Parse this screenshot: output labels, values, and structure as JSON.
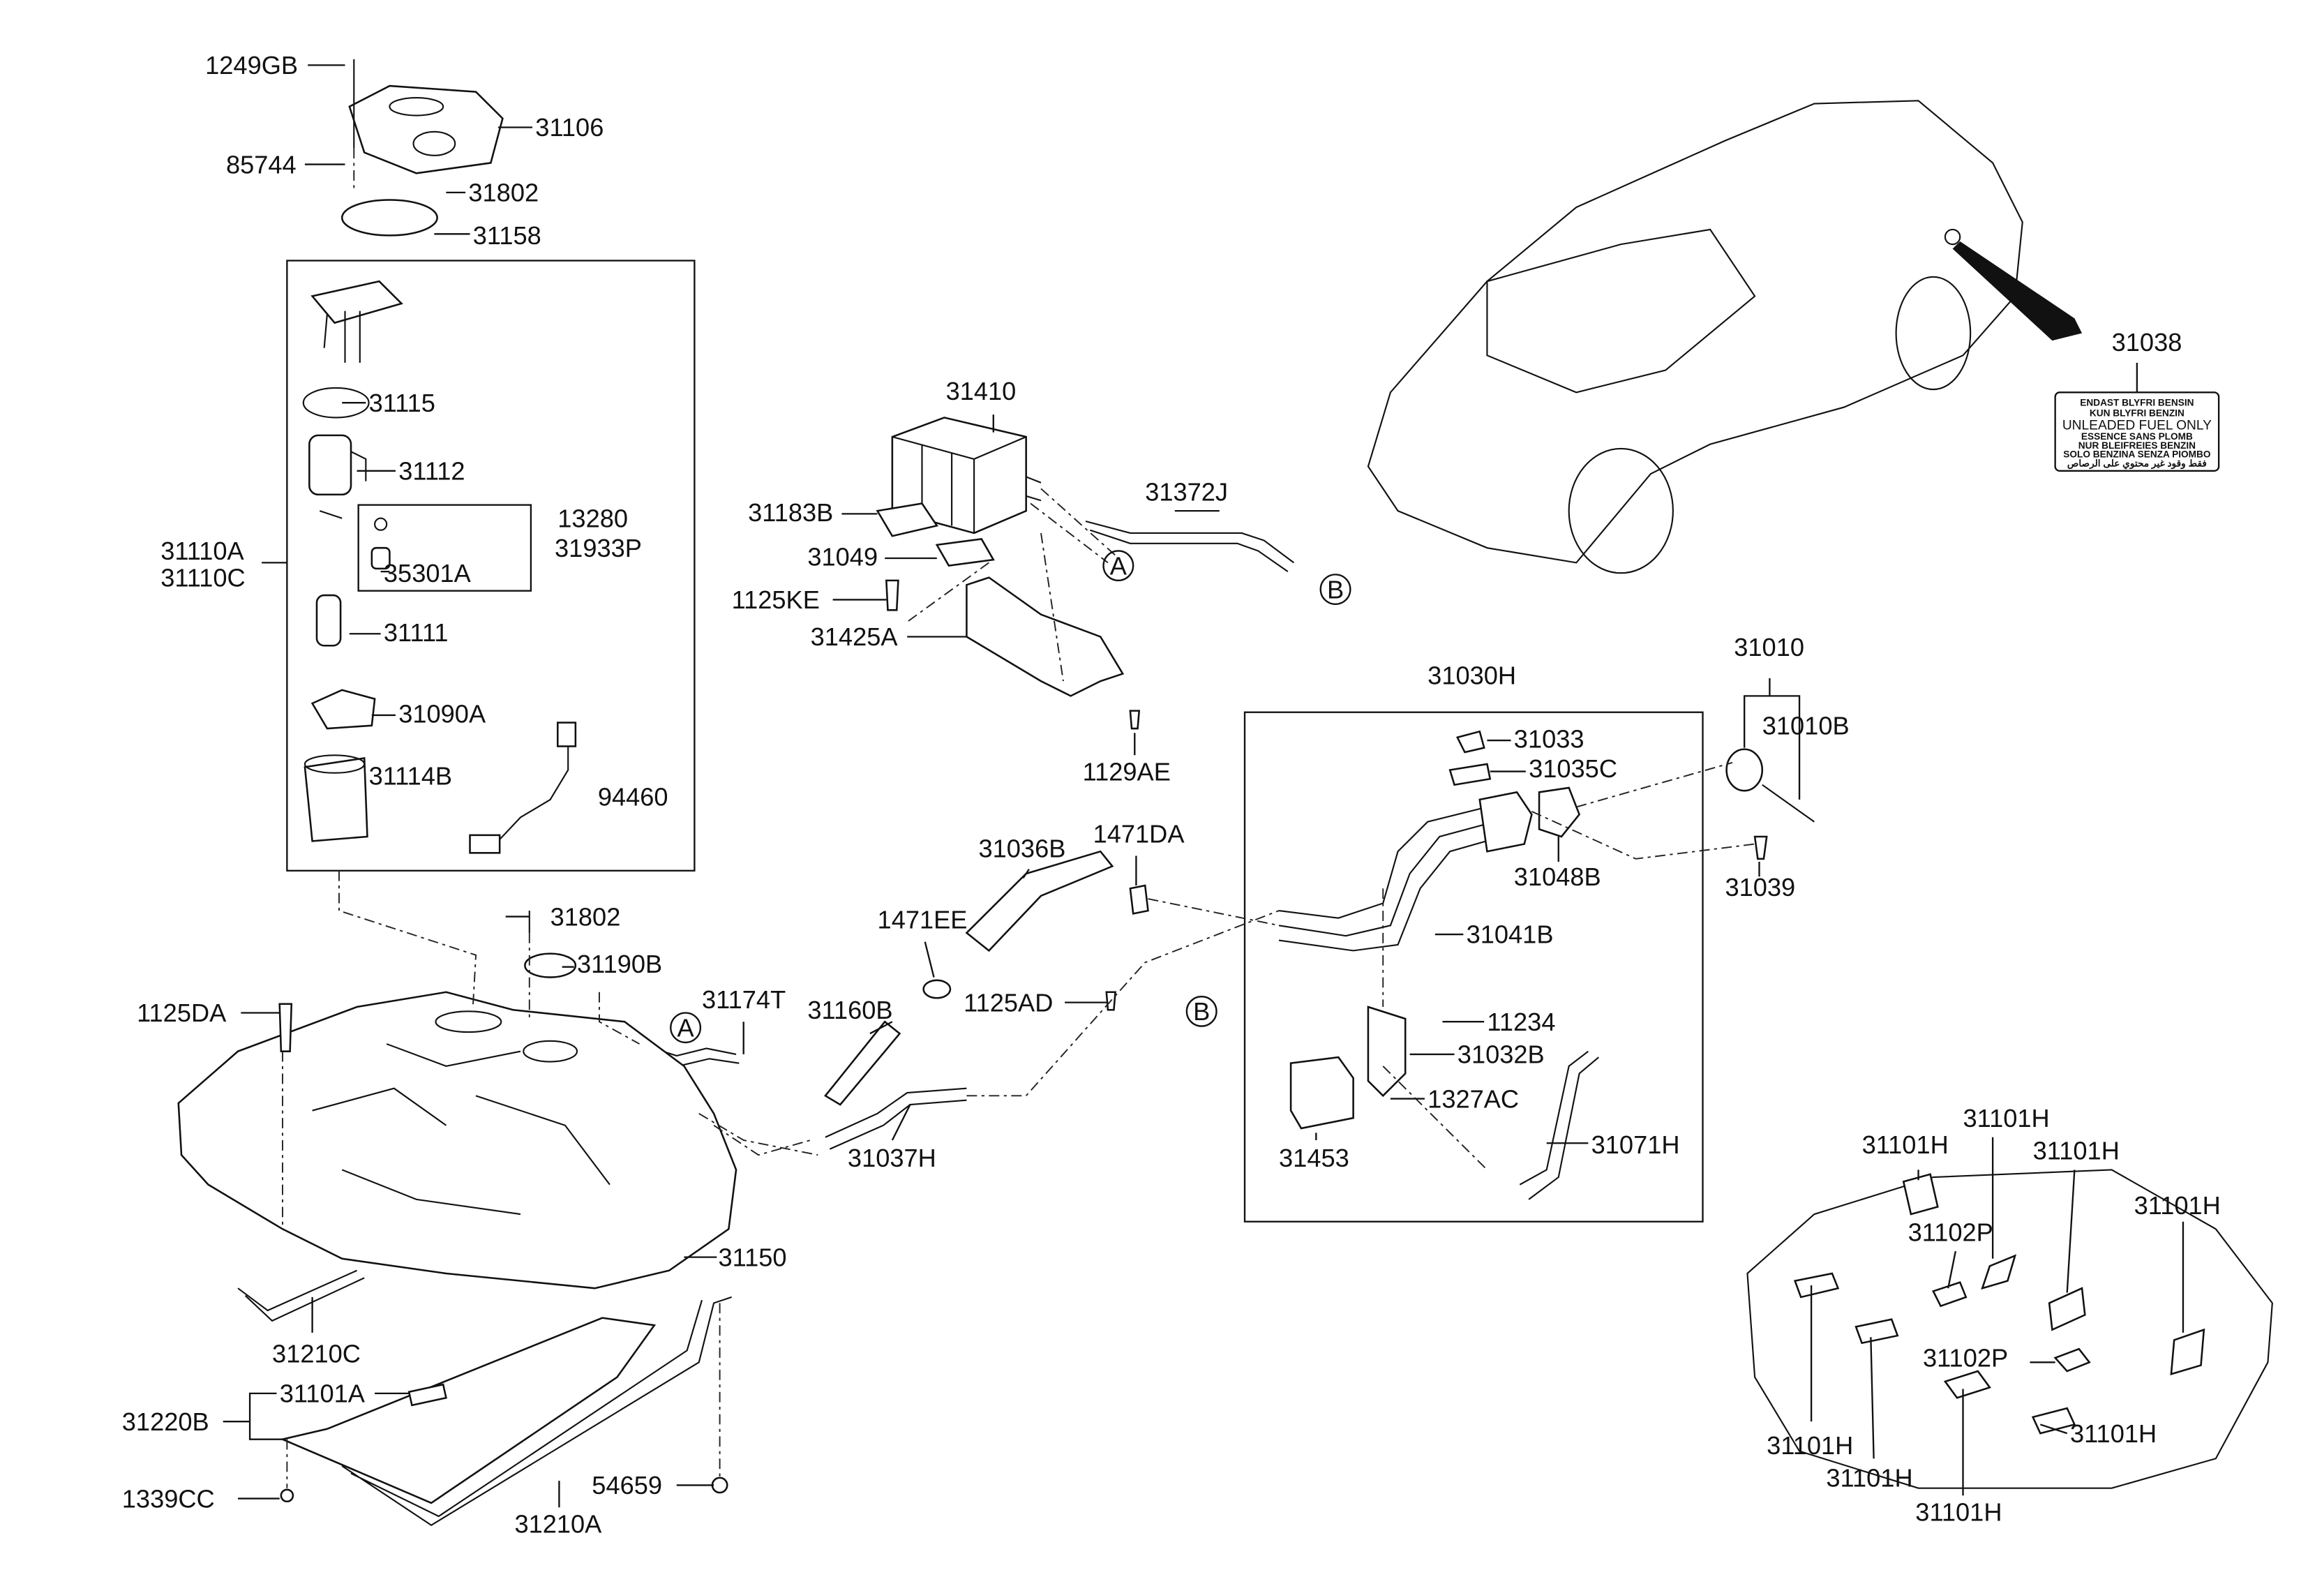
{
  "labels": {
    "p1249GB": "1249GB",
    "p31106": "31106",
    "p85744": "85744",
    "p31802a": "31802",
    "p31158": "31158",
    "p31115": "31115",
    "p31112": "31112",
    "p13280": "13280",
    "p31933P": "31933P",
    "p35301A": "35301A",
    "p31110A": "31110A",
    "p31110C": "31110C",
    "p31111": "31111",
    "p31090A": "31090A",
    "p31114B": "31114B",
    "p94460": "94460",
    "p31410": "31410",
    "p31183B": "31183B",
    "p31049": "31049",
    "p1125KE": "1125KE",
    "p31425A": "31425A",
    "p31372J": "31372J",
    "p1129AE": "1129AE",
    "p31030H": "31030H",
    "p31033": "31033",
    "p31035C": "31035C",
    "p31010": "31010",
    "p31010B": "31010B",
    "p31048B": "31048B",
    "p31039": "31039",
    "p31036B": "31036B",
    "p1471DA": "1471DA",
    "p1471EE": "1471EE",
    "p31041B": "31041B",
    "p31802b": "31802",
    "p31190B": "31190B",
    "p31174T": "31174T",
    "p1125DA": "1125DA",
    "p31160B": "31160B",
    "p1125AD": "1125AD",
    "p11234": "11234",
    "p31032B": "31032B",
    "p1327AC": "1327AC",
    "p31453": "31453",
    "p31071H": "31071H",
    "p31037H": "31037H",
    "p31150": "31150",
    "p31210C": "31210C",
    "p31101A": "31101A",
    "p31220B": "31220B",
    "p1339CC": "1339CC",
    "p54659": "54659",
    "p31210A": "31210A",
    "p31038": "31038",
    "p31101H_1": "31101H",
    "p31101H_2": "31101H",
    "p31101H_3": "31101H",
    "p31101H_4": "31101H",
    "p31101H_5": "31101H",
    "p31101H_6": "31101H",
    "p31101H_7": "31101H",
    "p31101H_8": "31101H",
    "p31102P_1": "31102P",
    "p31102P_2": "31102P"
  },
  "connectors": {
    "a": "A",
    "b": "B"
  },
  "sticker": {
    "line1": "ENDAST BLYFRI BENSIN",
    "line2": "KUN BLYFRI BENZIN",
    "line3": "UNLEADED FUEL ONLY",
    "line4": "ESSENCE SANS PLOMB",
    "line5": "NUR BLEIFREIES BENZIN",
    "line6": "SOLO BENZINA SENZA PIOMBO",
    "line7": "فقط وقود غير محتوي على الرصاص"
  }
}
